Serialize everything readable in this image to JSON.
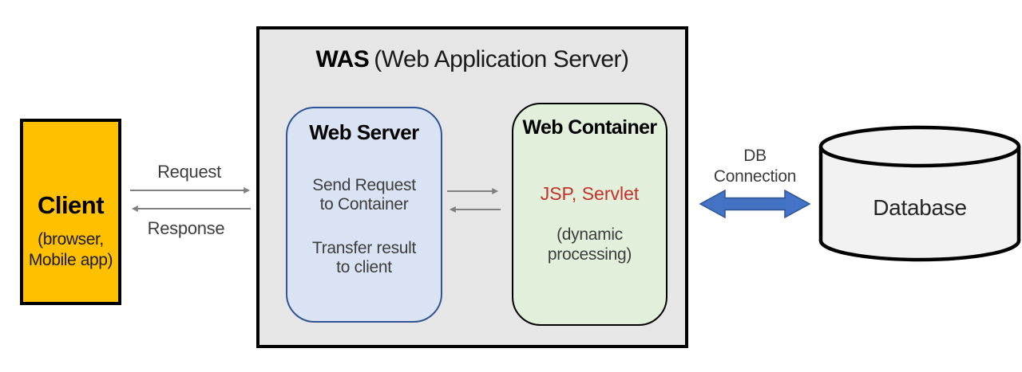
{
  "client": {
    "title": "Client",
    "subtitle_lines": [
      "(browser,",
      "Mobile app)"
    ]
  },
  "flows": {
    "request_label": "Request",
    "response_label": "Response",
    "db_connection_lines": [
      "DB",
      "Connection"
    ]
  },
  "was": {
    "title_main": "WAS",
    "title_paren": "(Web Application Server)",
    "web_server": {
      "title": "Web Server",
      "body_lines": [
        "Send Request",
        "to Container",
        "Transfer result",
        "to client"
      ]
    },
    "web_container": {
      "title": "Web Container",
      "highlight": "JSP, Servlet",
      "body_lines": [
        "(dynamic",
        "processing)"
      ]
    }
  },
  "database": {
    "label": "Database"
  },
  "colors": {
    "client_fill": "#FFC000",
    "was_fill": "#E7E6E6",
    "web_server_fill": "#DAE3F3",
    "web_server_border": "#2F5597",
    "web_container_fill": "#E2EFDA",
    "web_container_border": "#000000",
    "highlight_text": "#C3312D",
    "flow_arrow_gray": "#808080",
    "db_arrow_fill": "#4472C4",
    "db_arrow_border": "#2F5597",
    "database_fill": "#F2F2F2",
    "outline_black": "#000000"
  }
}
